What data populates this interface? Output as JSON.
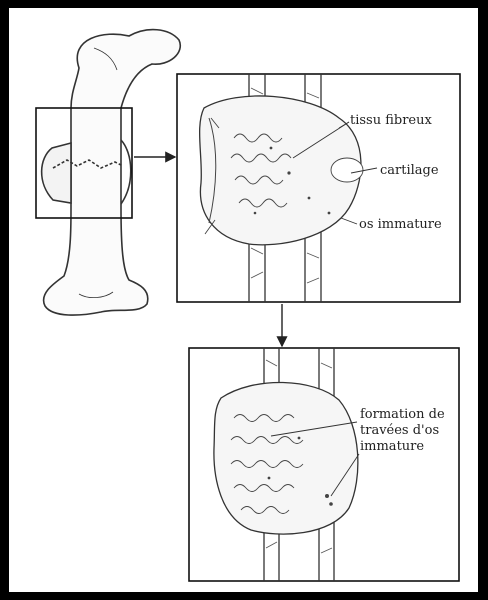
{
  "labels": {
    "tissu_fibreux": "tissu fibreux",
    "cartilage": "cartilage",
    "os_immature": "os immature",
    "formation_line1": "formation de",
    "formation_line2": "travées d'os",
    "formation_line3": "immature"
  },
  "colors": {
    "frame": "#000000",
    "ink": "#222222",
    "paper": "#ffffff"
  }
}
